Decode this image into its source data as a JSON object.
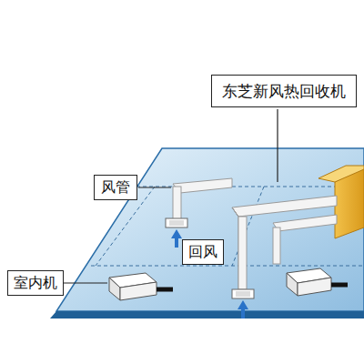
{
  "diagram": {
    "nodes": [
      {
        "text": [
          "东芝新风热回收机"
        ]
      },
      {
        "text": [
          "风管"
        ]
      },
      {
        "text": [
          "回风"
        ]
      },
      {
        "text": [
          "室内机"
        ]
      }
    ]
  }
}
